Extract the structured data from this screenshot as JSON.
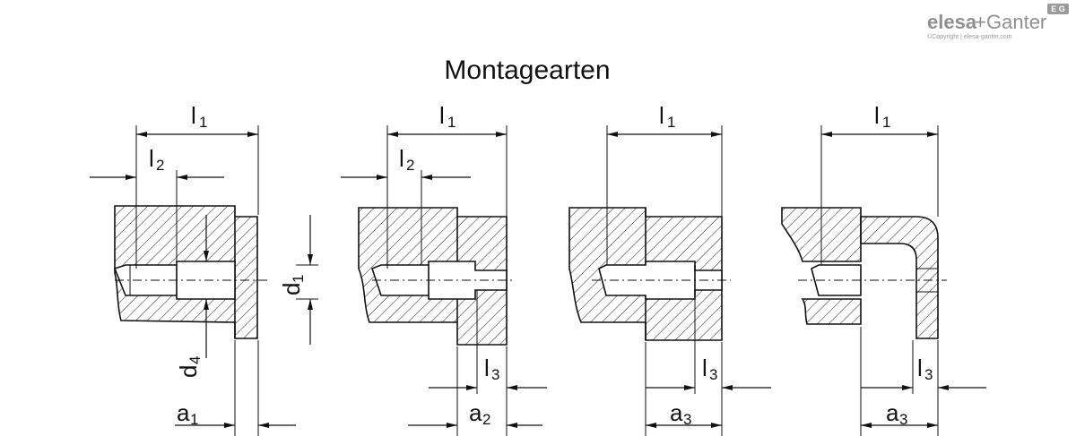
{
  "title": "Montagearten",
  "logo": {
    "brand_left": "elesa",
    "brand_plus": "+",
    "brand_right": "Ganter",
    "copyright": "©Copyright | elesa-ganter.com",
    "badge": "E G"
  },
  "labels": {
    "l1": "l",
    "l1_sub": "1",
    "l2": "l",
    "l2_sub": "2",
    "l3": "l",
    "l3_sub": "3",
    "a1": "a",
    "a1_sub": "1",
    "a2": "a",
    "a2_sub": "2",
    "a3": "a",
    "a3_sub": "3",
    "d1": "d",
    "d1_sub": "1",
    "d4": "d",
    "d4_sub": "4"
  }
}
